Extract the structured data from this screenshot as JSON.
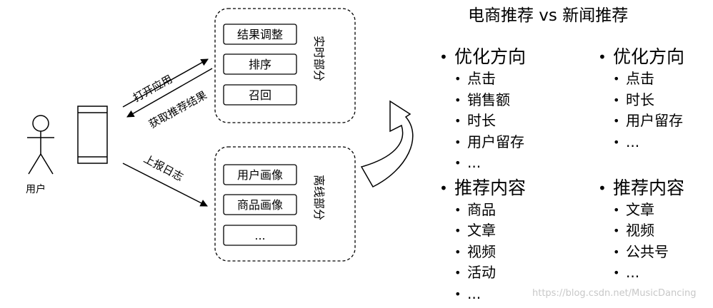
{
  "diagram": {
    "user_label": "用户",
    "arrows": {
      "open_app": "打开应用",
      "fetch_results": "获取推荐结果",
      "report_log": "上报日志"
    },
    "realtime": {
      "label": "实时部分",
      "boxes": [
        "结果调整",
        "排序",
        "召回"
      ]
    },
    "offline": {
      "label": "离线部分",
      "boxes": [
        "用户画像",
        "商品画像",
        "..."
      ]
    }
  },
  "comparison": {
    "title": "电商推荐 vs 新闻推荐",
    "ecommerce": {
      "optimize_heading": "优化方向",
      "optimize_items": [
        "点击",
        "销售额",
        "时长",
        "用户留存",
        "..."
      ],
      "content_heading": "推荐内容",
      "content_items": [
        "商品",
        "文章",
        "视频",
        "活动",
        "..."
      ]
    },
    "news": {
      "optimize_heading": "优化方向",
      "optimize_items": [
        "点击",
        "时长",
        "用户留存",
        "..."
      ],
      "content_heading": "推荐内容",
      "content_items": [
        "文章",
        "视频",
        "公共号",
        "..."
      ]
    }
  },
  "watermark": "https://blog.csdn.net/MusicDancing"
}
